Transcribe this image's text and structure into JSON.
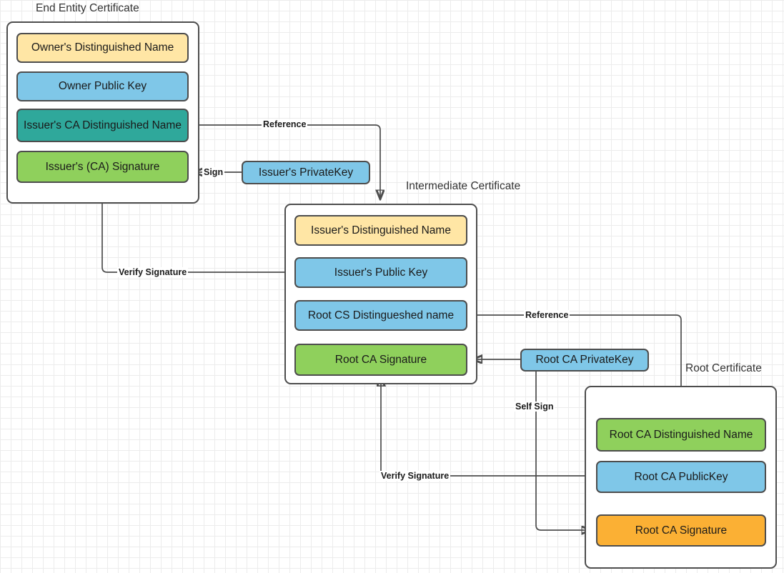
{
  "diagram": {
    "title_end_entity": "End Entity Certificate",
    "title_intermediate": "Intermediate Certificate",
    "title_root": "Root Certificate"
  },
  "colors": {
    "yellow": "#ffe6a5",
    "blue": "#7fc7e8",
    "teal": "#2fa89b",
    "green": "#8fd05c",
    "orange": "#fbb034",
    "border": "#4d4d4d",
    "grid_minor": "#ececec",
    "grid_major": "#d6d6d6"
  },
  "end_entity_certificate": {
    "label": "End Entity Certificate",
    "fields": [
      {
        "label": "Owner's Distinguished Name",
        "color": "yellow"
      },
      {
        "label": "Owner Public  Key",
        "color": "blue"
      },
      {
        "label": "Issuer's CA Distinguished Name",
        "color": "teal"
      },
      {
        "label": "Issuer's (CA) Signature",
        "color": "green"
      }
    ]
  },
  "intermediate_certificate": {
    "label": "Intermediate Certificate",
    "fields": [
      {
        "label": "Issuer's Distinguished Name",
        "color": "yellow"
      },
      {
        "label": "Issuer's Public  Key",
        "color": "blue"
      },
      {
        "label": "Root CS Distingueshed name",
        "color": "blue"
      },
      {
        "label": "Root CA Signature",
        "color": "green"
      }
    ]
  },
  "root_certificate": {
    "label": "Root Certificate",
    "fields": [
      {
        "label": "Root CA Distinguished Name",
        "color": "green"
      },
      {
        "label": "Root CA PublicKey",
        "color": "blue"
      },
      {
        "label": "Root CA Signature",
        "color": "orange"
      }
    ]
  },
  "keys": [
    {
      "name": "issuer-private-key",
      "label": "Issuer's PrivateKey",
      "color": "blue"
    },
    {
      "name": "root-ca-private-key",
      "label": "Root CA PrivateKey",
      "color": "blue"
    }
  ],
  "edges": [
    {
      "name": "reference-end-entity-to-intermediate",
      "label": "Reference"
    },
    {
      "name": "sign-issuer-private-key",
      "label": "Sign"
    },
    {
      "name": "verify-signature-end-entity",
      "label": "Verify Signature"
    },
    {
      "name": "reference-intermediate-to-root",
      "label": "Reference"
    },
    {
      "name": "verify-signature-intermediate",
      "label": "Verify Signature"
    },
    {
      "name": "self-sign-root",
      "label": "Self Sign"
    }
  ]
}
